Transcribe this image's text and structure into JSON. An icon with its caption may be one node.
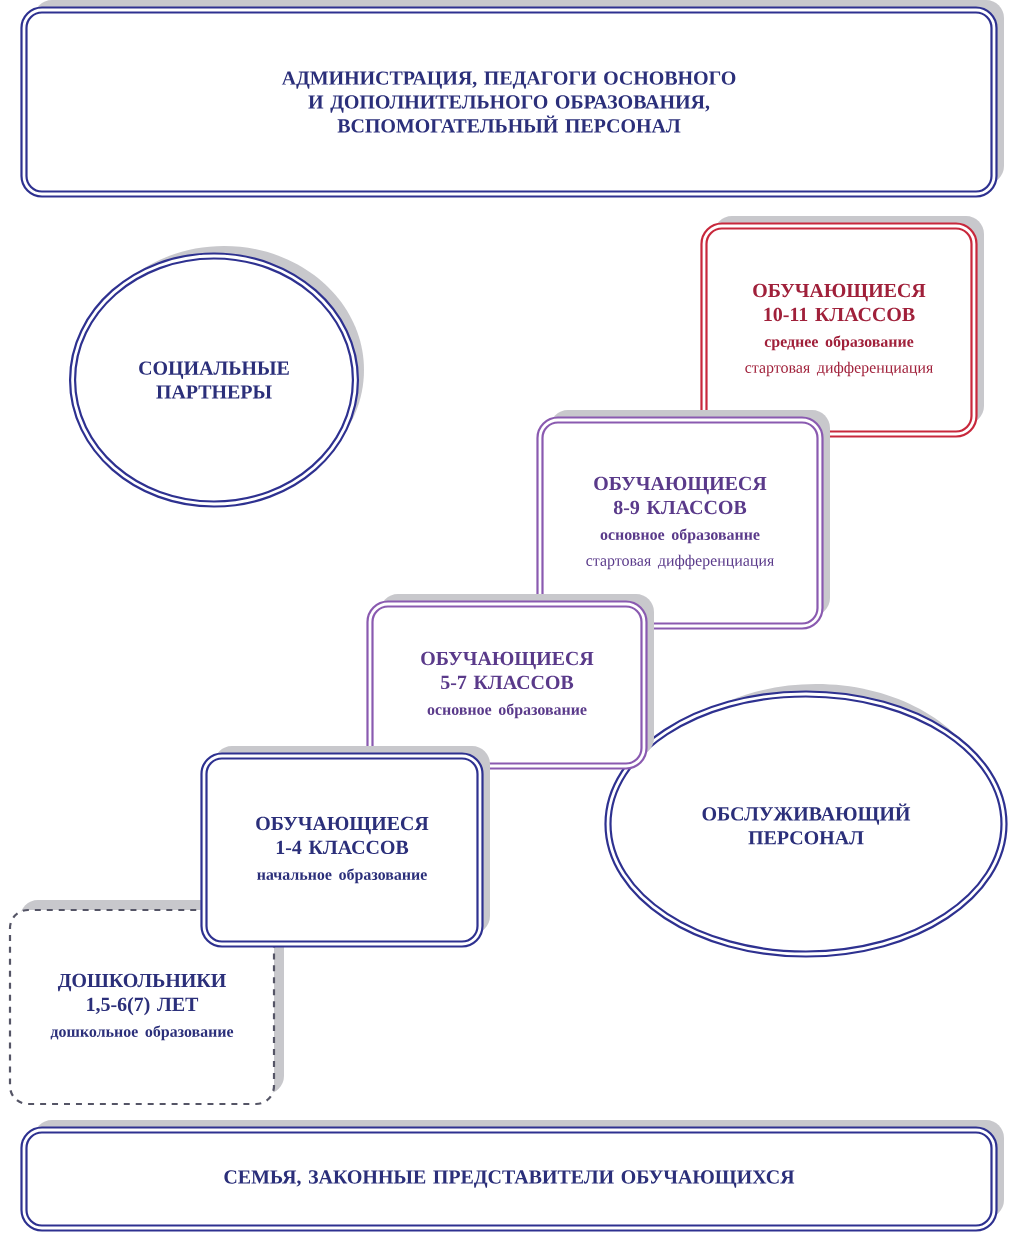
{
  "diagram": {
    "nodes": [
      {
        "text": [
          "АДМИНИСТРАЦИЯ, ПЕДАГОГИ ОСНОВНОГО И ДОПОЛНИТЕЛЬНОГО ОБРАЗОВАНИЯ, ВСПОМОГАТЕЛЬНЫЙ ПЕРСОНАЛ"
        ]
      },
      {
        "text": [
          "ОБУЧАЮЩИЕСЯ 10-11 КЛАССОВ",
          "среднее образование",
          "стартовая дифференциация"
        ]
      },
      {
        "text": [
          "СОЦИАЛЬНЫЕ ПАРТНЕРЫ"
        ]
      },
      {
        "text": [
          "ОБУЧАЮЩИЕСЯ 8-9 КЛАССОВ",
          "основное образованне",
          "стартовая дифференциация"
        ]
      },
      {
        "text": [
          "ОБУЧАЮЩИЕСЯ 5-7 КЛАССОВ",
          "основное образование"
        ]
      },
      {
        "text": [
          "ОБСЛУЖИВАЮЩИЙ ПЕРСОНАЛ"
        ]
      },
      {
        "text": [
          "ОБУЧАЮЩИЕСЯ 1-4 КЛАССОВ",
          "начальное образование"
        ]
      },
      {
        "text": [
          "ДОШКОЛЬНИКИ 1,5-6(7) ЛЕТ",
          "дошкольное образование"
        ]
      },
      {
        "text": [
          "СЕМЬЯ, ЗАКОННЫЕ ПРЕДСТАВИТЕЛИ ОБУЧАЮЩИХСЯ"
        ]
      }
    ]
  }
}
